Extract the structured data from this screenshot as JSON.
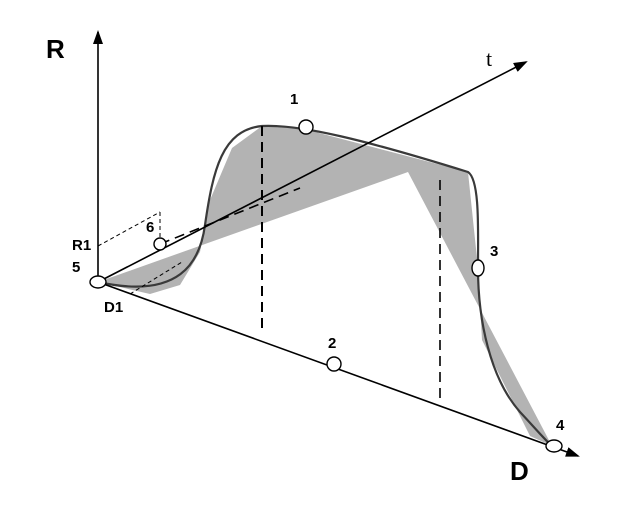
{
  "diagram": {
    "axis_labels": {
      "r_axis": "R",
      "t_axis": "t",
      "d_axis": "D"
    },
    "points": {
      "p1": "1",
      "p2": "2",
      "p3": "3",
      "p4": "4",
      "p5": "5",
      "p6": "6"
    },
    "annotations": {
      "r1": "R1",
      "d1": "D1"
    },
    "colors": {
      "fill": "#b3b3b3",
      "stroke": "#000000",
      "curve": "#3a3a3a"
    }
  }
}
